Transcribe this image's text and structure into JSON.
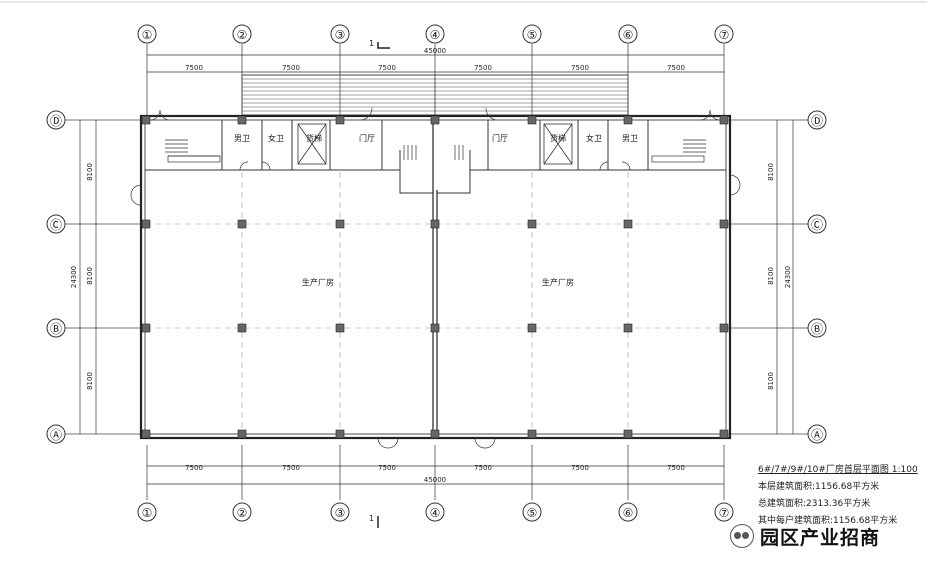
{
  "section_mark": "1",
  "top_axes": [
    "①",
    "②",
    "③",
    "④",
    "⑤",
    "⑥",
    "⑦"
  ],
  "bottom_axes": [
    "①",
    "②",
    "③",
    "④",
    "⑤",
    "⑥",
    "⑦"
  ],
  "row_axes": [
    "Ⓓ",
    "Ⓒ",
    "Ⓑ",
    "Ⓐ"
  ],
  "bay_spans": [
    "7500",
    "7500",
    "7500",
    "7500",
    "7500",
    "7500"
  ],
  "overall_width": "45000",
  "row_spans": [
    "8100",
    "8100",
    "8100"
  ],
  "overall_depth": "24300",
  "rooms": {
    "mens_wc_left": "男卫",
    "womens_wc_left": "女卫",
    "elevator_left": "货梯",
    "lobby_left": "门厅",
    "lobby_right": "门厅",
    "elevator_right": "货梯",
    "womens_wc_right": "女卫",
    "mens_wc_right": "男卫",
    "workshop_left": "生产厂房",
    "workshop_right": "生产厂房"
  },
  "notes": {
    "title": "6#/7#/9#/10#厂房首层平面图  1:100",
    "floor_area": "本层建筑面积:1156.68平方米",
    "total_area": "总建筑面积:2313.36平方米",
    "per_unit_area": "其中每户建筑面积:1156.68平方米"
  },
  "watermark": "园区产业招商"
}
